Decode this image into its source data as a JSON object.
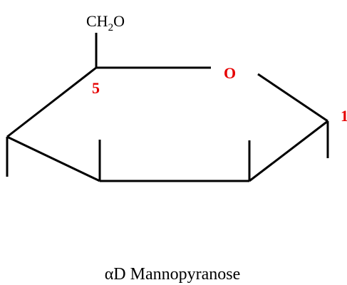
{
  "structure": {
    "substituent": {
      "prefix": "CH",
      "subscript": "2",
      "suffix": "O"
    },
    "ring_oxygen": "O",
    "carbon_5_label": "5",
    "carbon_1_label": "1",
    "caption": "αD Mannopyranose"
  },
  "colors": {
    "bond": "#000000",
    "text": "#000000",
    "highlight": "#e60000"
  }
}
